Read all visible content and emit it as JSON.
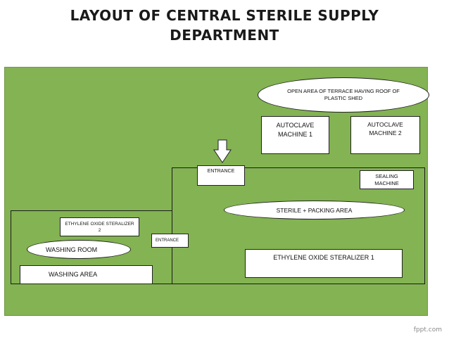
{
  "title": {
    "line1": "LAYOUT OF CENTRAL STERILE SUPPLY",
    "line2": "DEPARTMENT"
  },
  "labels": {
    "open_area": "OPEN AREA OF TERRACE HAVING ROOF OF PLASTIC SHED",
    "autoclave1": "AUTOCLAVE MACHINE 1",
    "autoclave2": "AUTOCLAVE MACHINE 2",
    "entrance_main": "ENTRANCE",
    "sealing_machine": "SEALING MACHINE",
    "sterile_packing": "STERILE + PACKING AREA",
    "eo_sterilizer2": "ETHYLENE OXIDE STERALIZER 2",
    "entrance_inner": "ENTRANCE",
    "washing_room": "WASHING ROOM",
    "eo_sterilizer1": "ETHYLENE OXIDE STERALIZER 1",
    "washing_area": "WASHING AREA"
  },
  "footer": "fppt.com",
  "colors": {
    "panel": "#83b352",
    "lines": "#1b1b1b"
  }
}
